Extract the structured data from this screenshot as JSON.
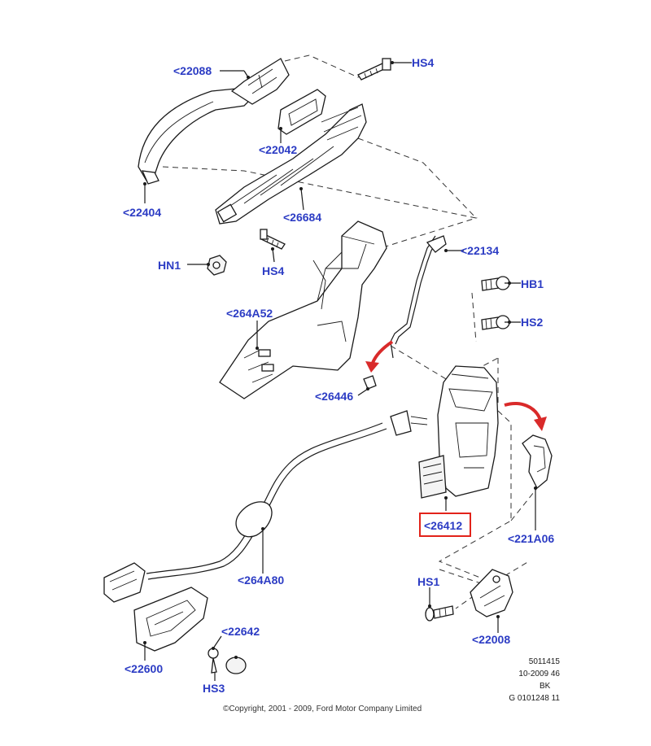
{
  "callouts": {
    "c22088": "<22088",
    "hs4_top": "HS4",
    "c22042": "<22042",
    "c22404": "<22404",
    "c26684": "<26684",
    "hn1": "HN1",
    "hs4_mid": "HS4",
    "c22134": "<22134",
    "hb1": "HB1",
    "c264a52": "<264A52",
    "hs2": "HS2",
    "c26446": "<26446",
    "c26412": "<26412",
    "c221a06": "<221A06",
    "c264a80": "<264A80",
    "hs1": "HS1",
    "c22642": "<22642",
    "c22008": "<22008",
    "c22600": "<22600",
    "hs3": "HS3"
  },
  "highlighted_part": "<26412",
  "colors": {
    "callout": "#2c3cc4",
    "highlight": "#e2231a",
    "arrow": "#d92a2a"
  },
  "reference": {
    "line1": "5011415",
    "line2": "10-2009 46",
    "line3": "BK",
    "line4": "G 0101248 11"
  },
  "copyright": "©Copyright, 2001 - 2009, Ford Motor Company Limited"
}
